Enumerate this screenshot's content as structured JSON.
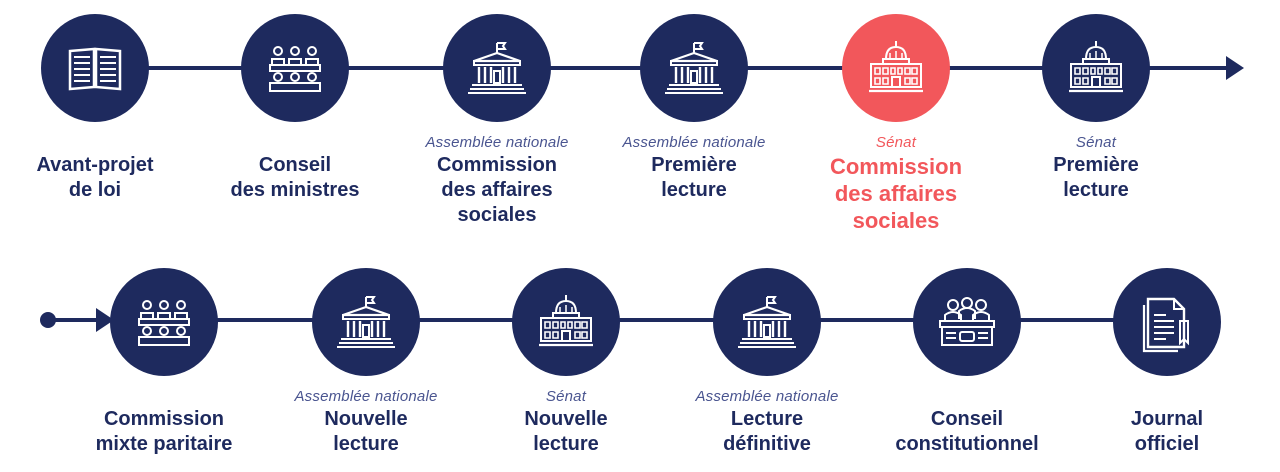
{
  "colors": {
    "primary": "#1e2a5e",
    "accent": "#f2575b",
    "chamber_text": "#4a5590"
  },
  "steps": [
    {
      "icon": "open-book-icon",
      "chamber": "",
      "label": "Avant-projet\nde loi",
      "active": false
    },
    {
      "icon": "council-table-icon",
      "chamber": "",
      "label": "Conseil\ndes ministres",
      "active": false
    },
    {
      "icon": "assembly-building-icon",
      "chamber": "Assemblée nationale",
      "label": "Commission\ndes affaires\nsociales",
      "active": false
    },
    {
      "icon": "assembly-building-icon",
      "chamber": "Assemblée nationale",
      "label": "Première\nlecture",
      "active": false
    },
    {
      "icon": "senate-dome-icon",
      "chamber": "Sénat",
      "label": "Commission\ndes affaires\nsociales",
      "active": true
    },
    {
      "icon": "senate-dome-icon",
      "chamber": "Sénat",
      "label": "Première\nlecture",
      "active": false
    },
    {
      "icon": "council-table-icon",
      "chamber": "",
      "label": "Commission\nmixte paritaire",
      "active": false
    },
    {
      "icon": "assembly-building-icon",
      "chamber": "Assemblée nationale",
      "label": "Nouvelle\nlecture",
      "active": false
    },
    {
      "icon": "senate-dome-icon",
      "chamber": "Sénat",
      "label": "Nouvelle\nlecture",
      "active": false
    },
    {
      "icon": "assembly-building-icon",
      "chamber": "Assemblée nationale",
      "label": "Lecture\ndéfinitive",
      "active": false
    },
    {
      "icon": "judges-bench-icon",
      "chamber": "",
      "label": "Conseil\nconstitutionnel",
      "active": false
    },
    {
      "icon": "journal-document-icon",
      "chamber": "",
      "label": "Journal\nofficiel",
      "active": false
    }
  ]
}
